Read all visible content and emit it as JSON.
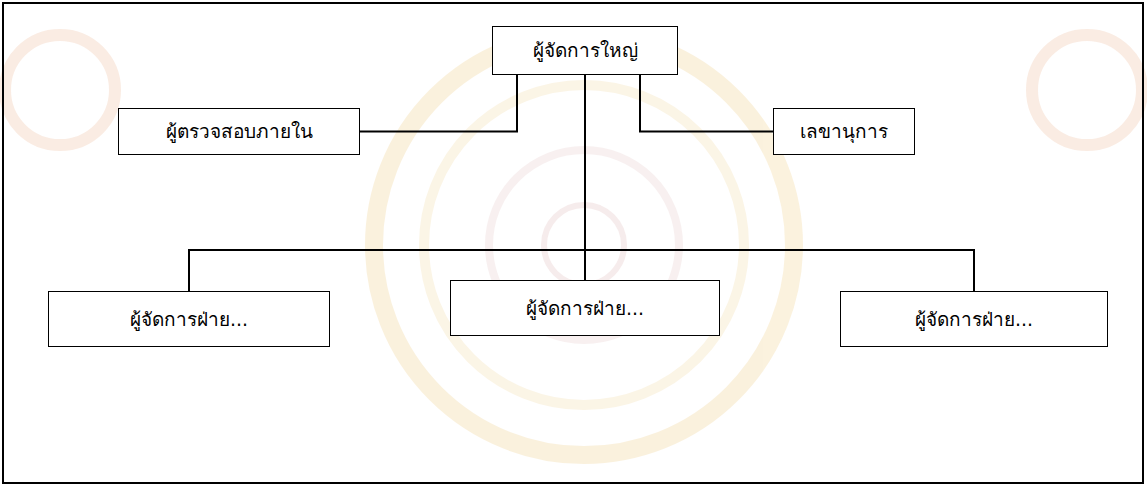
{
  "diagram": {
    "nodes": [
      {
        "text": [
          "ผู้จัดการใหญ่"
        ]
      },
      {
        "text": [
          "ผู้ตรวจสอบภายใน"
        ]
      },
      {
        "text": [
          "เลขานุการ"
        ]
      },
      {
        "text": [
          "ผู้จัดการฝ่าย..."
        ]
      },
      {
        "text": [
          "ผู้จัดการฝ่าย..."
        ]
      },
      {
        "text": [
          "ผู้จัดการฝ่าย..."
        ]
      }
    ],
    "edges": [
      {
        "from": 0,
        "to": 1,
        "arrow": "none"
      },
      {
        "from": 0,
        "to": 2,
        "arrow": "none"
      },
      {
        "from": 0,
        "to": 3,
        "arrow": "none"
      },
      {
        "from": 0,
        "to": 4,
        "arrow": "none"
      },
      {
        "from": 0,
        "to": 5,
        "arrow": "none"
      }
    ]
  }
}
